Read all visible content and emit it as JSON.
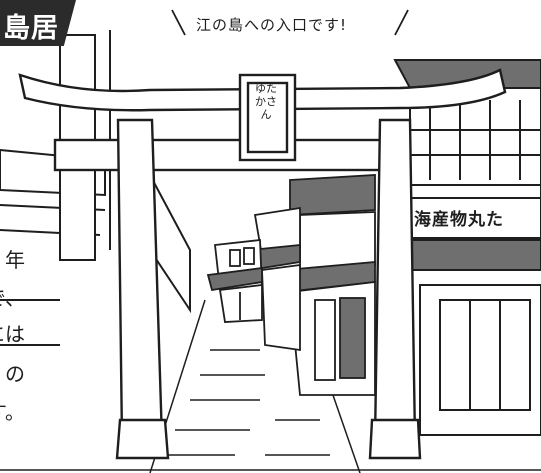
{
  "heading": {
    "label": "島居"
  },
  "caption": {
    "text": "江の島への入口です!"
  },
  "shop_sign": {
    "text": "海産物丸た"
  },
  "plaque": {
    "text": "ゆたかさん"
  },
  "side_text": {
    "lines": [
      "年",
      "ので、",
      "には",
      "の",
      "す。"
    ]
  },
  "colors": {
    "ink": "#1e1e1e",
    "heading_bg": "#2b2b2b",
    "roof": "#6f6f6f",
    "paper": "#ffffff"
  }
}
